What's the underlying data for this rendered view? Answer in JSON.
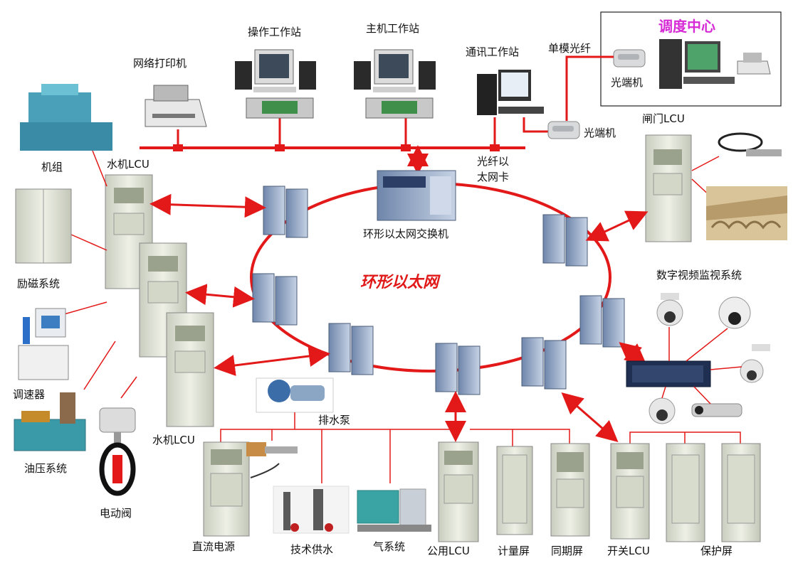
{
  "title": "环形以太网",
  "dispatch_center": {
    "title": "调度中心",
    "optical_terminal": "光端机"
  },
  "labels": {
    "network_printer": "网络打印机",
    "operator_ws": "操作工作站",
    "host_ws": "主机工作站",
    "comm_ws": "通讯工作站",
    "single_mode_fiber": "单模光纤",
    "optical_terminal": "光端机",
    "fiber_card_1": "光纤以",
    "fiber_card_2": "太网卡",
    "ring_switch": "环形以太网交换机",
    "gate_lcu": "闸门LCU",
    "turbine": "机组",
    "unit_lcu_top": "水机LCU",
    "unit_lcu_bottom": "水机LCU",
    "excitation": "励磁系统",
    "governor": "调速器",
    "oil_pressure": "油压系统",
    "motor_valve": "电动阀",
    "video_system": "数字视频监视系统",
    "drain_pump": "排水泵",
    "dc_power": "直流电源",
    "tech_water": "技术供水",
    "gas_system": "气系统",
    "public_lcu": "公用LCU",
    "metering_panel": "计量屏",
    "sync_panel": "同期屏",
    "switch_lcu": "开关LCU",
    "protection_panel": "保护屏"
  },
  "colors": {
    "link": "#e31818",
    "cabinet": "#e2e6d8",
    "switch": "#8ea4c6"
  }
}
